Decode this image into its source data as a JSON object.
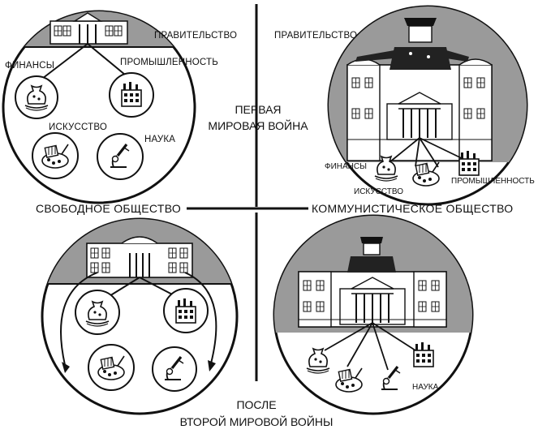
{
  "center": {
    "ww1_line1": "ПЕРВАЯ",
    "ww1_line2": "МИРОВАЯ ВОЙНА",
    "ww2_line1": "ПОСЛЕ",
    "ww2_line2": "ВТОРОЙ МИРОВОЙ ВОЙНЫ"
  },
  "axes": {
    "free_society": "СВОБОДНОЕ ОБЩЕСТВО",
    "communist_society": "КОММУНИСТИЧЕСКОЕ ОБЩЕСТВО"
  },
  "top_left": {
    "government": "ПРАВИТЕЛЬСТВО",
    "finance": "ФИНАНСЫ",
    "industry": "ПРОМЫШЛЕННОСТЬ",
    "art": "ИСКУССТВО",
    "science": "НАУКА"
  },
  "top_right": {
    "government": "ПРАВИТЕЛЬСТВО",
    "finance": "ФИНАНСЫ",
    "art": "ИСКУССТВО",
    "industry": "ПРОМЫШЛЕННОСТЬ"
  },
  "bottom_right": {
    "science": "НАУКА"
  }
}
